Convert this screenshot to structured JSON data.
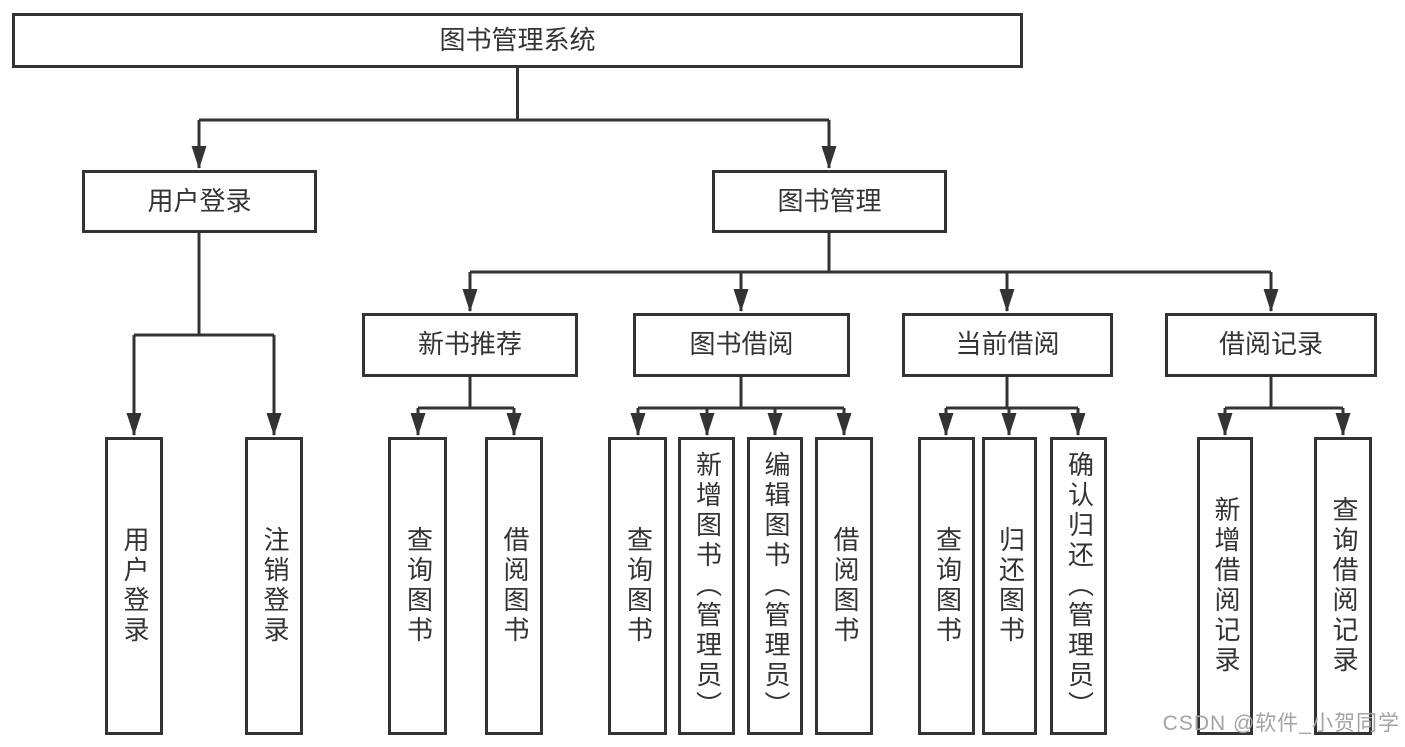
{
  "diagram_title": "图书管理系统",
  "tree": {
    "label": "图书管理系统",
    "children": [
      {
        "label": "用户登录",
        "children": [
          {
            "label": "用户登录"
          },
          {
            "label": "注销登录"
          }
        ]
      },
      {
        "label": "图书管理",
        "children": [
          {
            "label": "新书推荐",
            "children": [
              {
                "label": "查询图书"
              },
              {
                "label": "借阅图书"
              }
            ]
          },
          {
            "label": "图书借阅",
            "children": [
              {
                "label": "查询图书"
              },
              {
                "label": "新增图书（管理员）"
              },
              {
                "label": "编辑图书（管理员）"
              },
              {
                "label": "借阅图书"
              }
            ]
          },
          {
            "label": "当前借阅",
            "children": [
              {
                "label": "查询图书"
              },
              {
                "label": "归还图书"
              },
              {
                "label": "确认归还（管理员）"
              }
            ]
          },
          {
            "label": "借阅记录",
            "children": [
              {
                "label": "新增借阅记录"
              },
              {
                "label": "查询借阅记录"
              }
            ]
          }
        ]
      }
    ]
  },
  "watermark": "CSDN @软件_小贺同学",
  "colors": {
    "line": "#333333",
    "text": "#333333",
    "watermark": "#a2a2a8",
    "background": "#ffffff"
  }
}
